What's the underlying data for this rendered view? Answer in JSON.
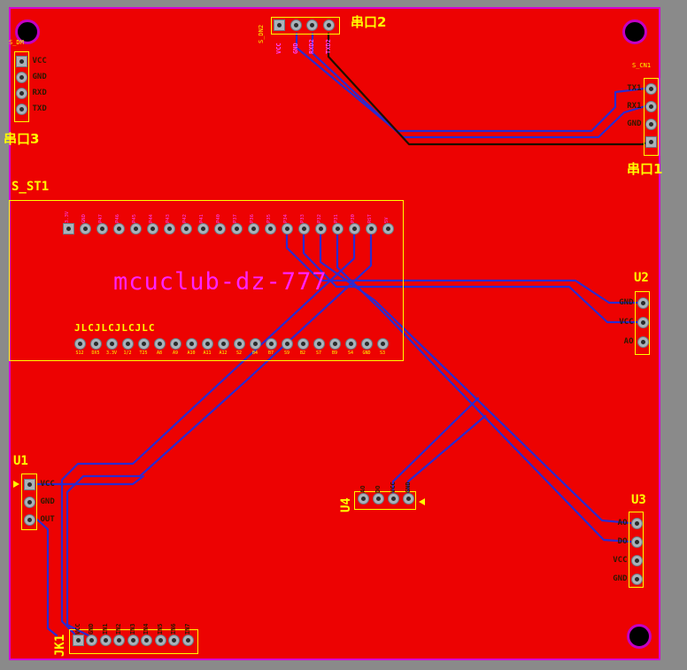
{
  "app": {
    "colors": {
      "canvas_bg": "#8a8a8a",
      "board": "#ed0202",
      "board_outline": "#d400d4",
      "silkscreen": "#ffff00",
      "trace_blue": "#2b2bd0",
      "trace_dark": "#1f0e00",
      "magenta_text": "#ff22ff"
    }
  },
  "silkscreen": {
    "title": "mcuclub-dz-777",
    "jlc": "JLCJLCJLCJLC"
  },
  "components": {
    "serial2": {
      "designator": "S_DN2",
      "label": "串口2",
      "pins": [
        "VCC",
        "GND",
        "RXD2",
        "TXD2"
      ]
    },
    "serial3": {
      "designator": "S_DM",
      "label": "串口3",
      "pins": [
        "VCC",
        "GND",
        "RXD",
        "TXD"
      ]
    },
    "serial1": {
      "designator": "S_CN1",
      "label": "串口1",
      "pins": [
        "TX1",
        "RX1",
        "GND",
        ""
      ]
    },
    "s_st1": {
      "label": "S_ST1",
      "top_pins": [
        "3.3V",
        "GND",
        "P47",
        "P46",
        "P45",
        "P44",
        "P43",
        "P42",
        "P41",
        "P40",
        "P37",
        "P36",
        "P35",
        "P34",
        "P33",
        "P32",
        "P31",
        "P30",
        "RST",
        "5V"
      ],
      "bottom_pins": [
        "S12",
        "DX5",
        "3.3V",
        "1/2",
        "T25",
        "A8",
        "A9",
        "A10",
        "A11",
        "A12",
        "S2",
        "B4",
        "B7",
        "S9",
        "B2",
        "S7",
        "B9",
        "S4",
        "GND",
        "S3"
      ]
    },
    "u1": {
      "label": "U1",
      "pins": [
        "VCC",
        "GND",
        "OUT"
      ]
    },
    "u2": {
      "label": "U2",
      "pins": [
        "GND",
        "VCC",
        "AO"
      ]
    },
    "u3": {
      "label": "U3",
      "pins": [
        "AO",
        "DO",
        "VCC",
        "GND"
      ]
    },
    "u4": {
      "label": "U4",
      "pins": [
        "AO",
        "DO",
        "VCC",
        "GND"
      ]
    },
    "jk1": {
      "label": "JK1",
      "pins": [
        "VCC",
        "GND",
        "IN1",
        "IN2",
        "IN3",
        "IN4",
        "IN5",
        "IN6",
        "IN7"
      ]
    }
  }
}
